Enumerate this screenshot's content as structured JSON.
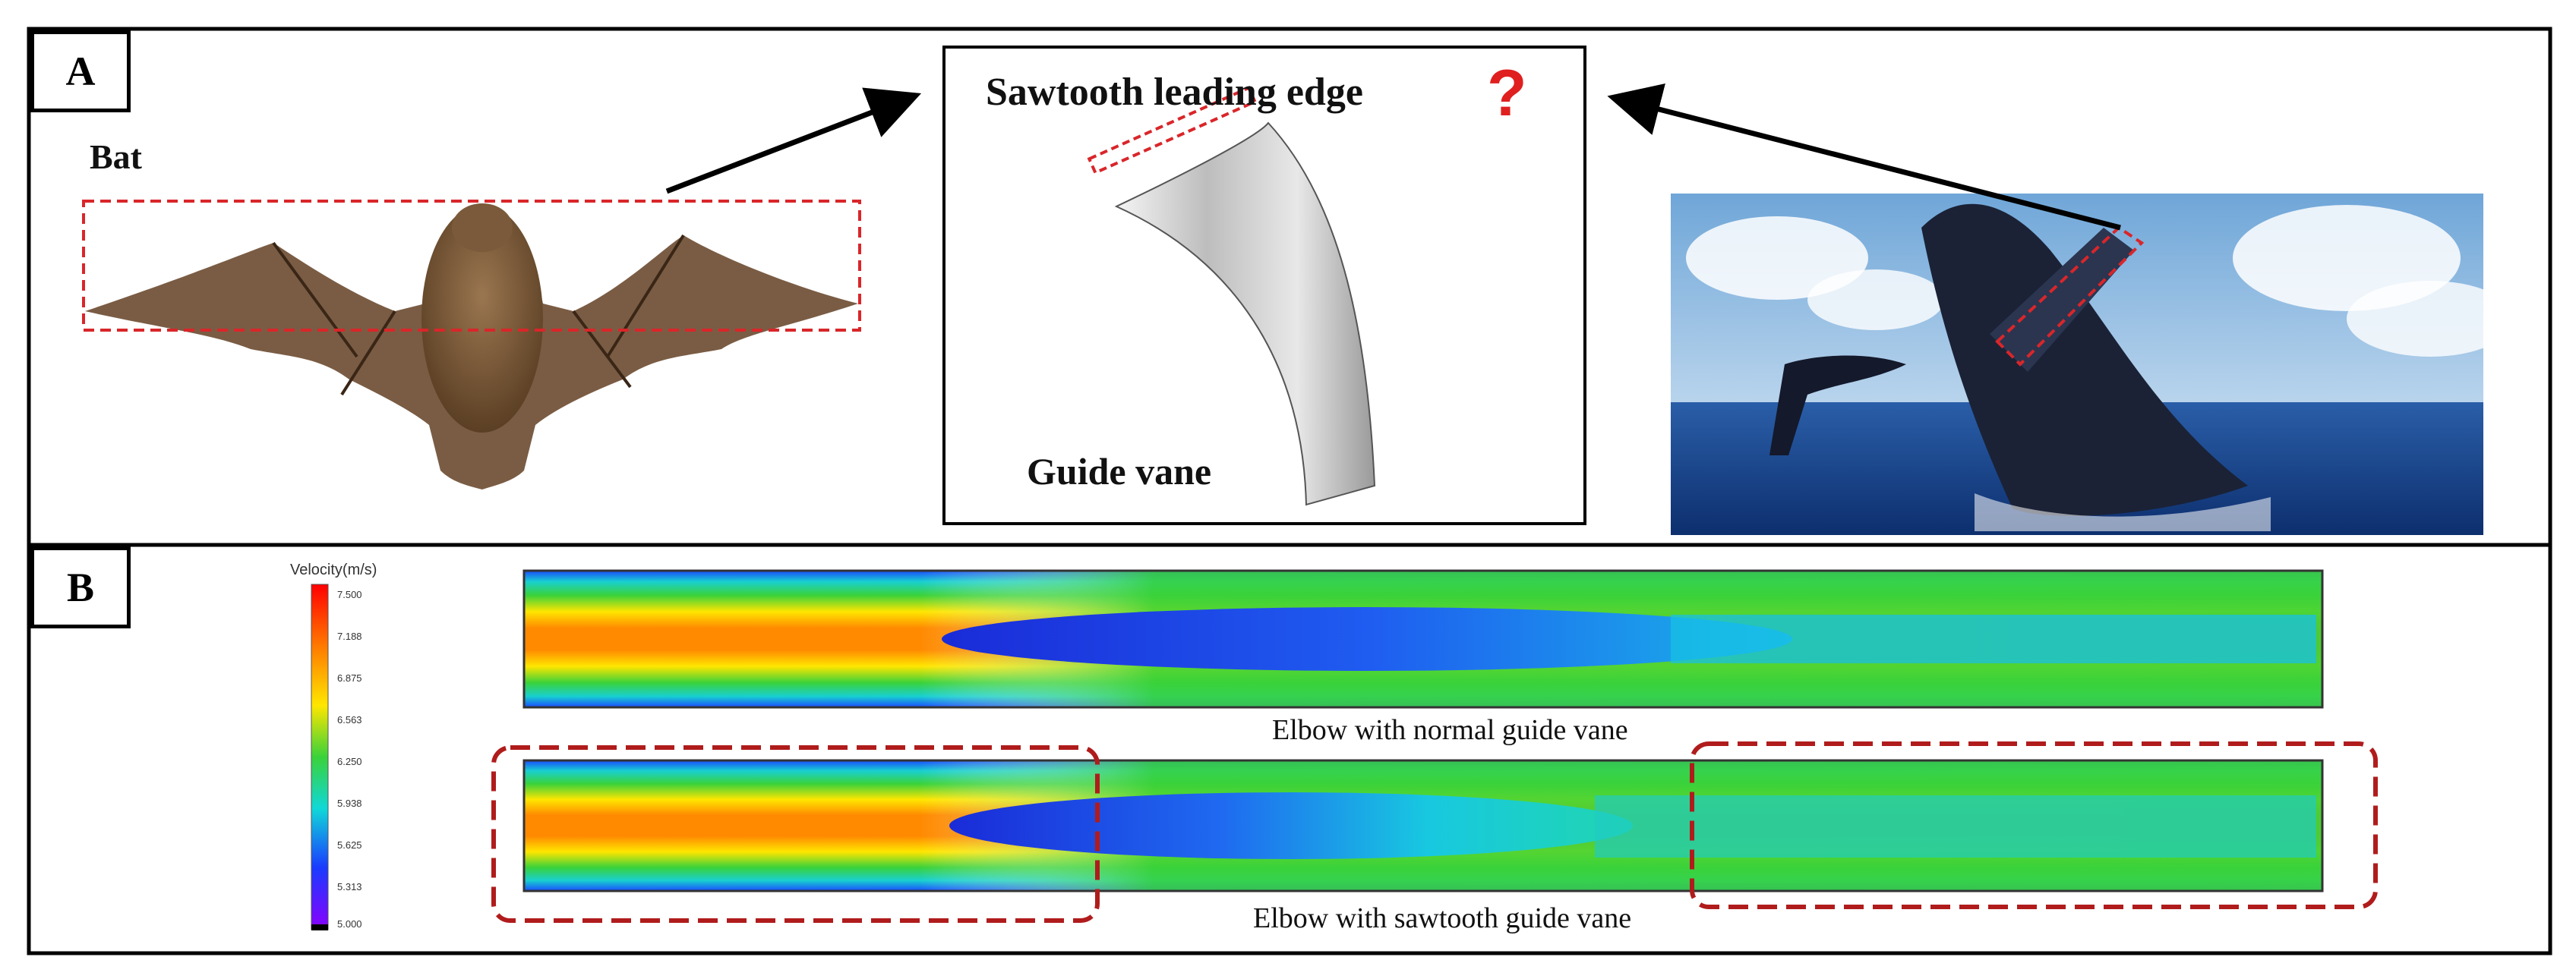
{
  "panels": {
    "a": {
      "label": "A",
      "bat_label": "Bat",
      "center_title": "Sawtooth leading edge",
      "question_mark": "?",
      "vane_label": "Guide vane"
    },
    "b": {
      "label": "B",
      "legend_title": "Velocity(m/s)",
      "legend_ticks": [
        "7.500",
        "7.188",
        "6.875",
        "6.563",
        "6.250",
        "5.938",
        "5.625",
        "5.313",
        "5.000"
      ],
      "caption_top": "Elbow with normal guide vane",
      "caption_bottom": "Elbow with sawtooth guide vane"
    }
  },
  "colors": {
    "highlight_dash": "#d9262a",
    "highlight_region": "#b01c1c",
    "question_mark": "#e01f1f"
  }
}
